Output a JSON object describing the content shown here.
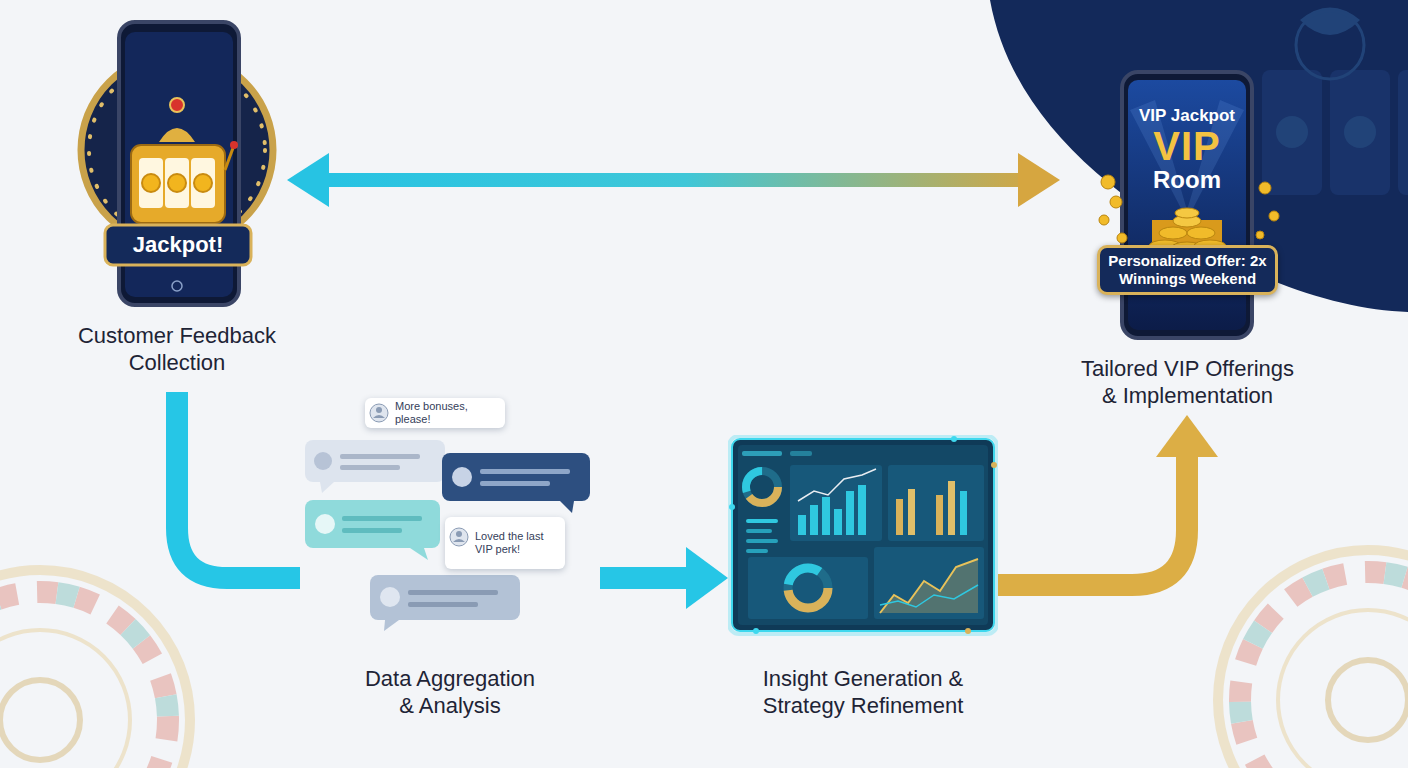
{
  "diagram": {
    "nodes": [
      {
        "text": [
          "Jackpot!",
          "Customer Feedback Collection"
        ]
      },
      {
        "text": [
          "VIP Jackpot",
          "VIP",
          "Room",
          "Tailored VIP Offerings & Implementation"
        ]
      },
      {
        "text": [
          "Personalized Offer: 2x Winnings Weekend"
        ],
        "in": 1
      },
      {
        "text": [
          "Data Aggregation & Analysis"
        ]
      },
      {
        "text": [
          "More bonuses, please!"
        ],
        "in": 3
      },
      {
        "text": [
          "Loved the last VIP perk!"
        ],
        "in": 3
      },
      {
        "text": [
          "Insight Generation & Strategy Refinement"
        ]
      }
    ],
    "edges": [
      {
        "from": 0,
        "to": 1,
        "arrow": "both"
      },
      {
        "from": 0,
        "to": 3,
        "arrow": "none"
      },
      {
        "from": 3,
        "to": 6,
        "arrow": "to"
      },
      {
        "from": 6,
        "to": 1,
        "arrow": "to"
      }
    ]
  }
}
